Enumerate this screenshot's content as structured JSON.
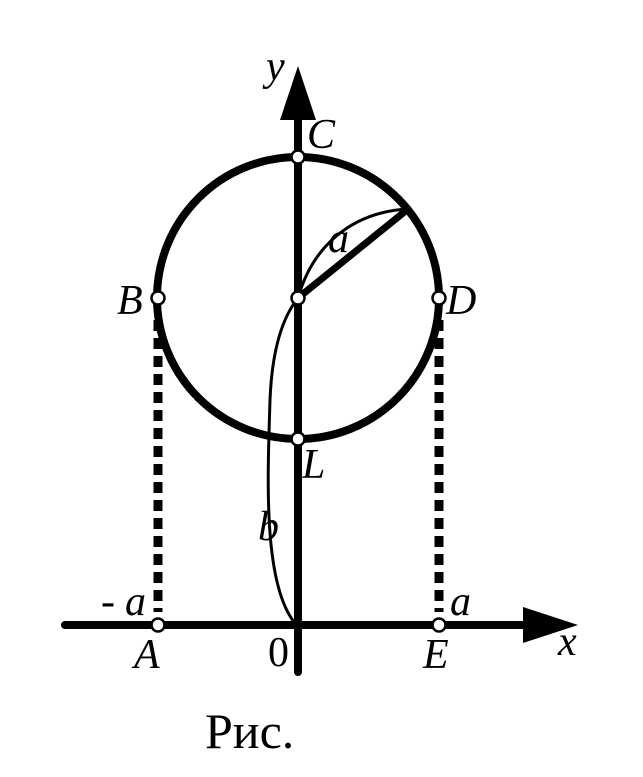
{
  "axes": {
    "x_label": "x",
    "y_label": "y",
    "origin_label": "0"
  },
  "points": {
    "A": "A",
    "B": "B",
    "C": "C",
    "D": "D",
    "E": "E",
    "L": "L"
  },
  "parameters": {
    "radius_label": "a",
    "height_label": "b",
    "x_positive_label": "a",
    "x_negative_sign": "-",
    "x_negative_label": "a"
  },
  "caption": "Рис.",
  "colors": {
    "stroke": "#000000",
    "point_fill": "#ffffff"
  }
}
